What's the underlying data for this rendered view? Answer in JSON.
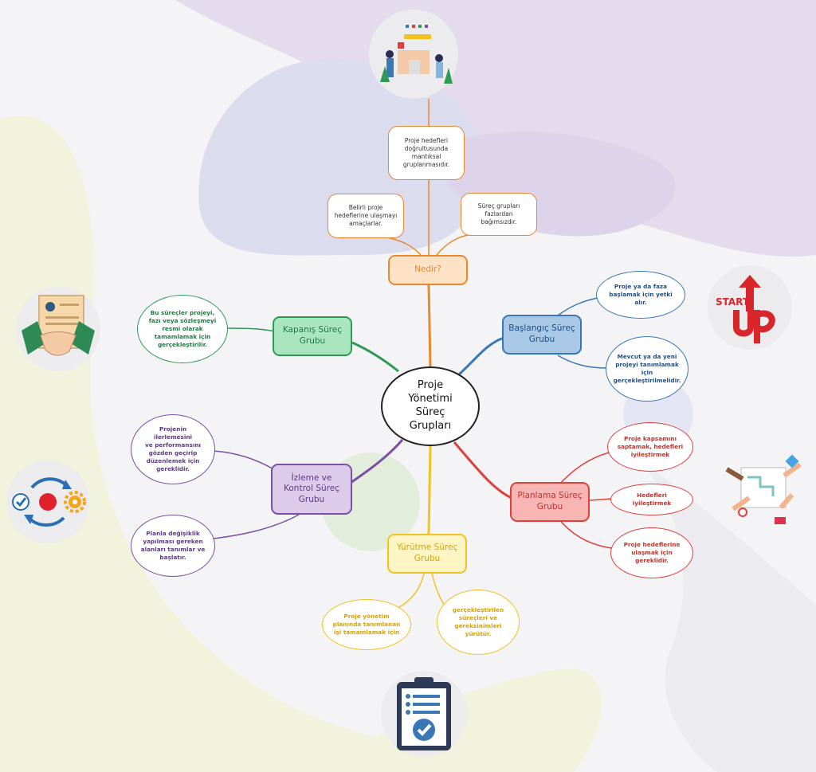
{
  "center": {
    "label": "Proje\nYönetimi\nSüreç\nGrupları"
  },
  "nedir": {
    "label": "Nedir?",
    "items": [
      "Proje hedefleri\ndoğrultusunda\nmantıksal\ngruplanmasıdır.",
      "Belirli proje\nhedeflerine ulaşmayı\namaçlarlar.",
      "Süreç grupları\nfazlardan\nbağımsızdır."
    ]
  },
  "baslangic": {
    "label": "Başlangıç Süreç\nGrubu",
    "items": [
      "Proje ya da faza\nbaşlamak için yetki\nalır.",
      "Mevcut ya da yeni\nprojeyi tanımlamak\niçin\ngerçekleştirilmelidir."
    ]
  },
  "planlama": {
    "label": "Planlama Süreç\nGrubu",
    "items": [
      "Proje kapsamını\nsaptamak, hedefleri\niyileştirmek",
      "Hedefleri iyileştirmek",
      "Proje hedeflerine\nulaşmak için\ngereklidir."
    ]
  },
  "yurutme": {
    "label": "Yürütme Süreç\nGrubu",
    "items": [
      "Proje yönetim\nplanında tanımlanan\nişi tamamlamak için",
      "gerçekleştirilen\nsüreçleri ve\ngereksinimleri\nyürütür."
    ]
  },
  "izleme": {
    "label": "İzleme ve\nKontrol Süreç\nGrubu",
    "items": [
      "Projenin ilerlemesini\nve performansını\ngözden geçirip\ndüzenlemek için\ngereklidir.",
      "Planla değişiklik\nyapılması gereken\nalanları tanımlar ve\nbaşlatır."
    ]
  },
  "kapanis": {
    "label": "Kapanış Süreç\nGrubu",
    "items": [
      "Bu süreçler projeyi,\nfazı veya sözleşmeyi\nresmi olarak\ntamamlamak için\ngerçekleştirilir."
    ]
  },
  "icons": {
    "start_label": "START",
    "names": [
      "team-illustration-icon",
      "start-up-icon",
      "planning-hands-icon",
      "checklist-icon",
      "cycle-process-icon",
      "handshake-contract-icon"
    ]
  },
  "colors": {
    "nedir": "#e8892f",
    "baslangic": "#3a78b5",
    "planlama": "#e0403b",
    "yurutme": "#f2c21f",
    "izleme": "#7b4fa6",
    "kapanis": "#2e9a55"
  }
}
